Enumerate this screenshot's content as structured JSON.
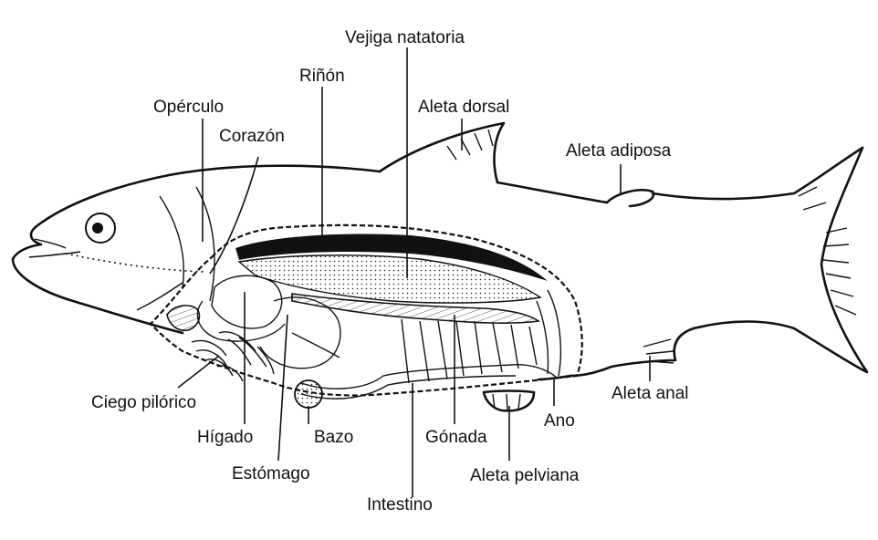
{
  "labels": {
    "vejiga": "Vejiga natatoria",
    "rinon": "Riñón",
    "operculo": "Opérculo",
    "aleta_dorsal": "Aleta dorsal",
    "corazon": "Corazón",
    "aleta_adiposa": "Aleta adiposa",
    "ciego": "Ciego pilórico",
    "aleta_anal": "Aleta anal",
    "higado": "Hígado",
    "bazo": "Bazo",
    "gonada": "Gónada",
    "ano": "Ano",
    "estomago": "Estómago",
    "aleta_pelviana": "Aleta pelviana",
    "intestino": "Intestino"
  },
  "colors": {
    "ink": "#111111",
    "background": "#ffffff"
  }
}
